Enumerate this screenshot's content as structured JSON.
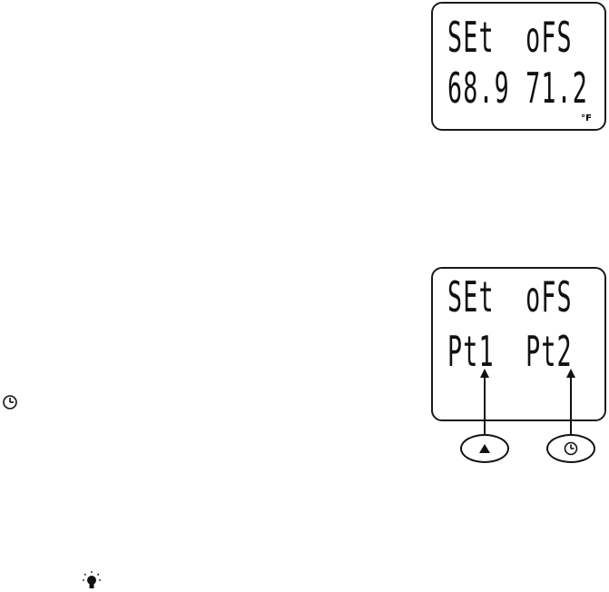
{
  "screen_top": {
    "line1": "SEt  oFS",
    "line2": "68.9 71.2",
    "unit": "°F"
  },
  "screen_bottom": {
    "line1": "SEt  oFS",
    "line2": "Pt1  Pt2"
  },
  "buttons": {
    "left_icon": "up-triangle-icon",
    "right_icon": "clock-icon"
  },
  "margin_icons": [
    "clock-icon",
    "bulb-icon"
  ]
}
